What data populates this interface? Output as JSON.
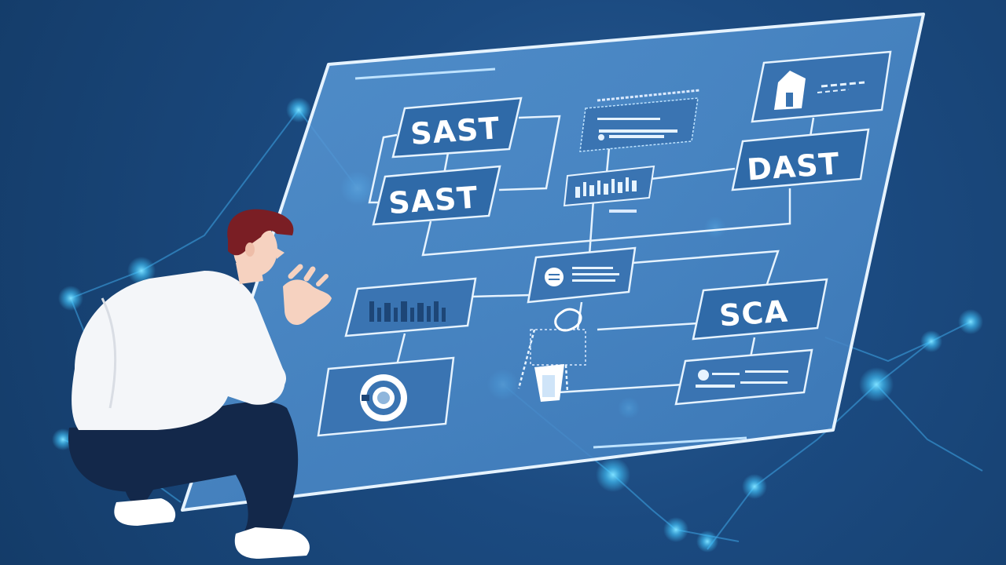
{
  "panel": {
    "labels": {
      "sast_top": "SAST",
      "sast_bottom": "SAST",
      "dast": "DAST",
      "sca": "SCA"
    }
  },
  "colors": {
    "background": "#16406f",
    "panel_fill": "#4f8fcf",
    "panel_edge": "#e6f3ff",
    "node_glow": "#43c8ff",
    "shirt": "#f4f6f9",
    "pants": "#13284a",
    "hair": "#7a1e24",
    "skin": "#f6d2c0",
    "shoes": "#ffffff"
  },
  "icons": [
    "house-icon",
    "gear-icon",
    "funnel-icon",
    "document-icon",
    "network-nodes"
  ]
}
